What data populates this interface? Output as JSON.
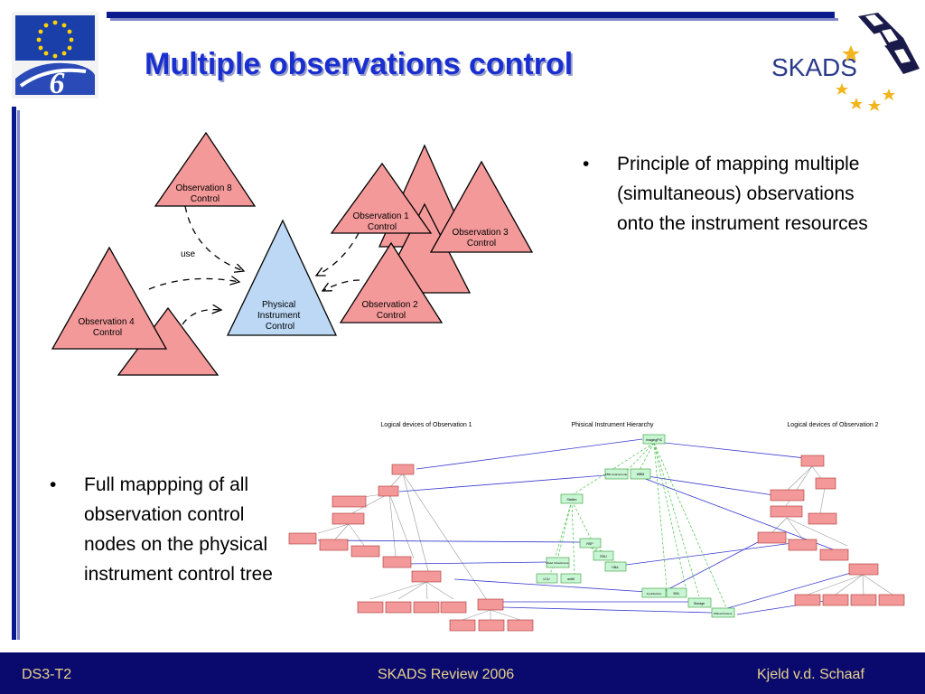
{
  "slide": {
    "title": "Multiple observations control"
  },
  "logos": {
    "eu_number": "6",
    "skads_text": "SKADS"
  },
  "diagram": {
    "triangles": {
      "obs8": "Observation 8\nControl",
      "obs1": "Observation 1\nControl",
      "obs3": "Observation 3\nControl",
      "obs2": "Observation 2\nControl",
      "obs4": "Observation 4\nControl",
      "physical": "Physical\nInstrument\nControl"
    },
    "use_label": "use"
  },
  "bullets": [
    {
      "marker": "•",
      "text": "Principle of mapping multiple (simultaneous) observations onto the instrument resources"
    },
    {
      "marker": "•",
      "text": "Full mappping of all observation control nodes on the physical instrument control tree"
    }
  ],
  "tree": {
    "heading_left": "Logical devices of Observation 1",
    "heading_center": "Phisical Instrument Hierarchy",
    "heading_right": "Logical devices of Observation 2",
    "nodes": {
      "imaging": "ImagingPIC",
      "tbm": "TBM Coarsemode",
      "wbm": "WBM",
      "station": "Station",
      "rsp": "RSP",
      "rsu": "RSU",
      "model": "Model Infrastructure",
      "hba": "HBA",
      "lcu": "LCU",
      "antenna": "antM",
      "input": "InputSection",
      "bgl": "BGL",
      "storage": "Storage",
      "offline": "Offline/Clusters"
    }
  },
  "colors": {
    "title": "#1a2fd0",
    "footer_bg": "#0a0a6e",
    "footer_text": "#e8d28a",
    "pink": "#f4999a",
    "blue": "#bcd8f5"
  },
  "footer": {
    "left": "DS3-T2",
    "center": "SKADS Review 2006",
    "right": "Kjeld v.d. Schaaf"
  }
}
